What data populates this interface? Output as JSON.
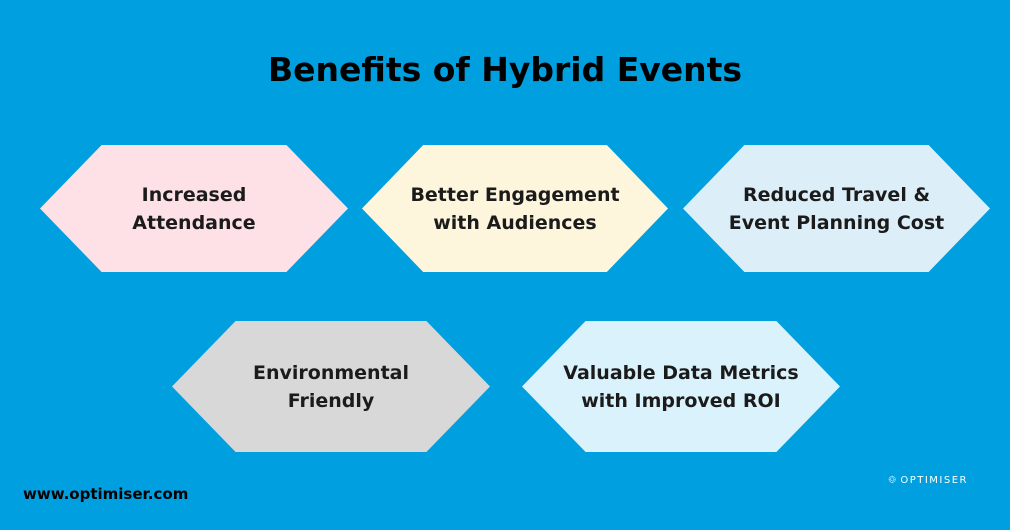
{
  "title": "Benefits of Hybrid Events",
  "benefits": [
    {
      "label": "Increased Attendance",
      "color": "#fde1e6"
    },
    {
      "label": "Better Engagement with Audiences",
      "color": "#fdf6dc"
    },
    {
      "label": "Reduced Travel & Event Planning Cost",
      "color": "#dceff8"
    },
    {
      "label": "Environmental Friendly",
      "color": "#d8d8d8"
    },
    {
      "label": "Valuable Data Metrics with Improved ROI",
      "color": "#daf2fb"
    }
  ],
  "footer": {
    "url": "www.optimiser.com",
    "brand": "OPTIMISER"
  },
  "colors": {
    "background": "#009fe0",
    "logo": "#ffffff"
  }
}
